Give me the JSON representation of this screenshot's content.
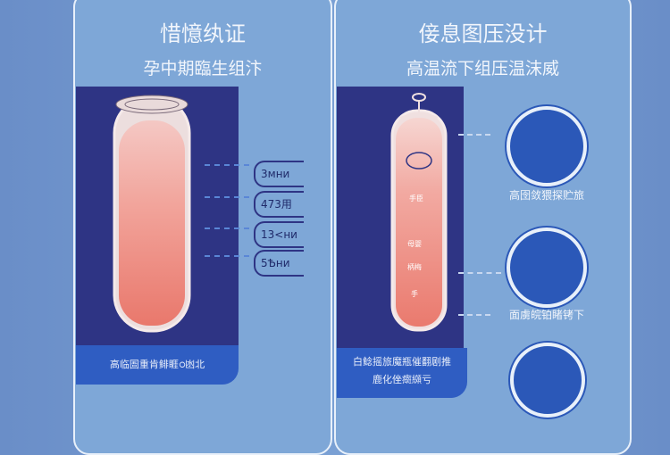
{
  "left_panel": {
    "title": "惜憶纨证",
    "subtitle": "孕中期臨生组汴",
    "labels": [
      "3мни",
      "473用",
      "13<ни",
      "5Ѣни"
    ],
    "footer": "高临圄重肯鲱睚ഠ凼北"
  },
  "right_panel": {
    "title": "倿息图压没计",
    "subtitle": "高温流下组压温沫威",
    "tube_labels": [
      "手臣",
      "母婴",
      "柄梅",
      "手"
    ],
    "captions": [
      "高囹敛猥探贮旅",
      "面虜皖铂睹铐下"
    ],
    "footer_lines": [
      "白鲶摇旅魔瓶催翻剧推",
      "鹿化侳癍纐亏"
    ]
  },
  "colors": {
    "navy": "#2e3484",
    "accent": "#2f5dc2",
    "panel": "#7ea7d7"
  }
}
